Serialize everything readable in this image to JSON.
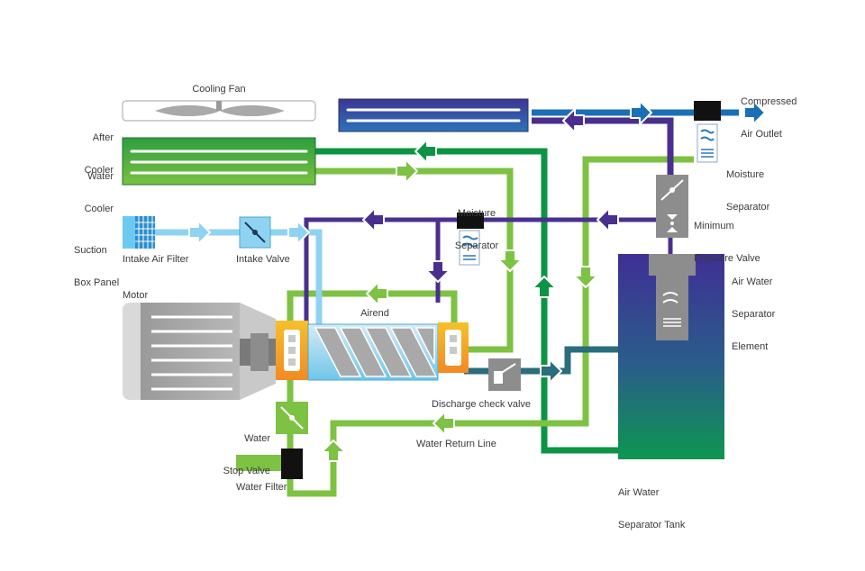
{
  "labels": {
    "cooling_fan": "Cooling Fan",
    "after_cooler": [
      "After",
      "Cooler"
    ],
    "water_cooler": [
      "Water",
      "Cooler"
    ],
    "suction_box_panel": [
      "Suction",
      "Box Panel"
    ],
    "intake_air_filter": "Intake Air Filter",
    "intake_valve": "Intake Valve",
    "motor": "Motor",
    "airend": "Airend",
    "moisture_separator_mid": [
      "Moisture",
      "Separator"
    ],
    "moisture_separator_top": [
      "Moisture",
      "Separator"
    ],
    "compressed_air_outlet": [
      "Compressed",
      "Air Outlet"
    ],
    "minimum_pressure_valve": [
      "Minimum",
      "Pressure Valve"
    ],
    "air_water_separator_element": [
      "Air Water",
      "Separator",
      "Element"
    ],
    "discharge_check_valve": "Discharge check valve",
    "water_return_line": "Water Return Line",
    "water_stop_valve": [
      "Water",
      "Stop Valve"
    ],
    "water_filter": "Water Filter",
    "air_water_separator_tank": [
      "Air Water",
      "Separator Tank"
    ]
  },
  "colors": {
    "air_intake": "#8fd3f3",
    "compressed_air_purple": "#4a2f8f",
    "water_light_green": "#7dc242",
    "water_dark_green": "#0b9444",
    "discharge_teal": "#2a6d7c",
    "outlet_blue": "#1a6fb5",
    "arrow_outline": "#ffffff"
  }
}
